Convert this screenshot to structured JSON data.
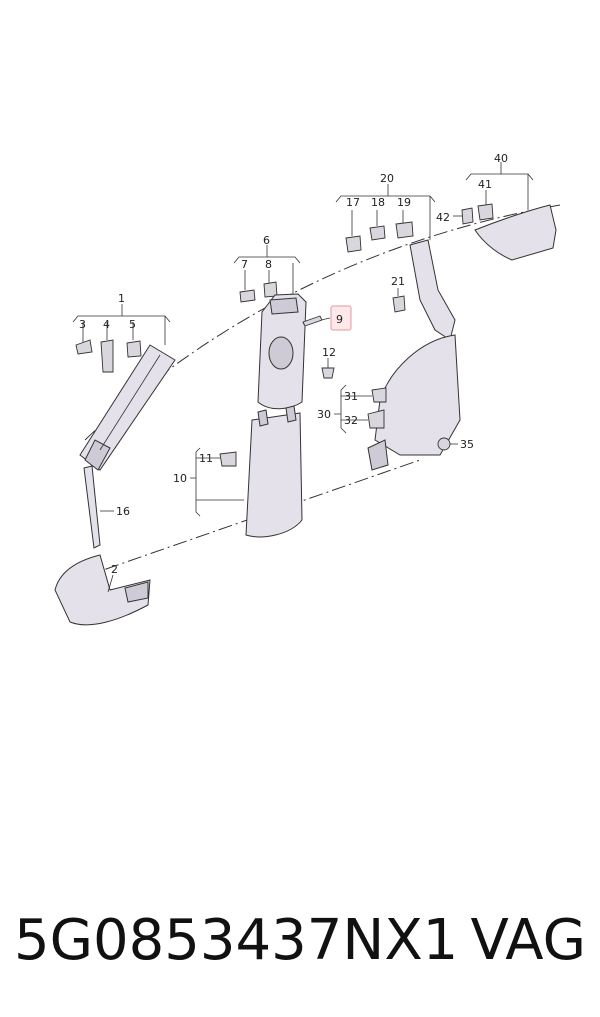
{
  "callouts": {
    "c1": "1",
    "c2": "2",
    "c3": "3",
    "c4": "4",
    "c5": "5",
    "c6": "6",
    "c7": "7",
    "c8": "8",
    "c9": "9",
    "c10": "10",
    "c11": "11",
    "c12": "12",
    "c16": "16",
    "c17": "17",
    "c18": "18",
    "c19": "19",
    "c20": "20",
    "c21": "21",
    "c30": "30",
    "c31": "31",
    "c32": "32",
    "c35": "35",
    "c40": "40",
    "c41": "41",
    "c42": "42"
  },
  "footer": {
    "part_number": "5G0853437NX1",
    "brand": "VAG"
  }
}
